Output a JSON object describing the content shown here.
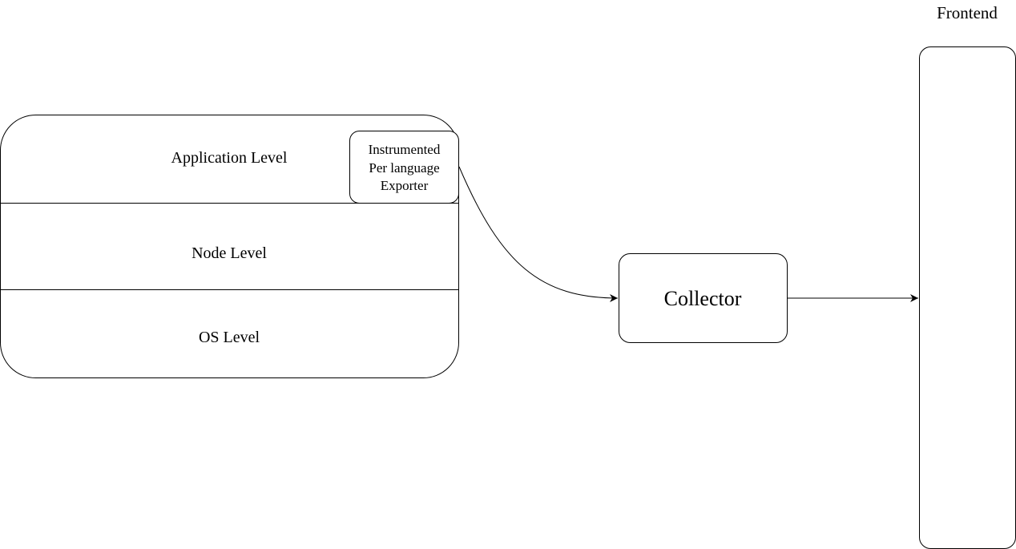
{
  "host": {
    "layers": [
      {
        "label": "Application Level"
      },
      {
        "label": "Node Level"
      },
      {
        "label": "OS Level"
      }
    ],
    "exporter": {
      "lines": [
        "Instrumented",
        "Per language",
        "Exporter"
      ]
    }
  },
  "collector": {
    "label": "Collector"
  },
  "frontend": {
    "label": "Frontend"
  },
  "colors": {
    "stroke": "#000000",
    "fill": "#ffffff"
  }
}
